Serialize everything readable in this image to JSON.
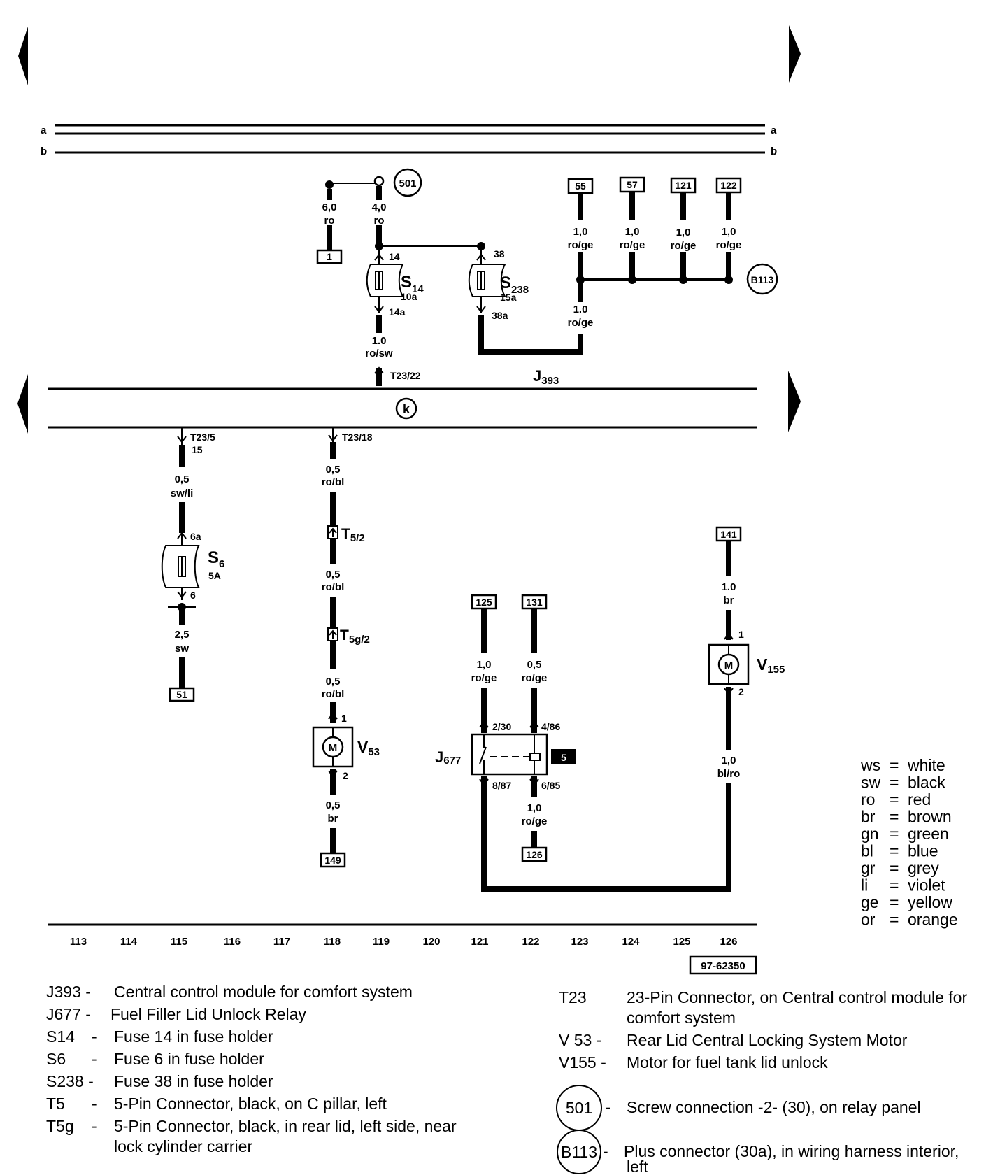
{
  "diagram": {
    "bus_labels": {
      "a": "a",
      "b": "b"
    },
    "relay_panel_circle": "501",
    "plus_connector_circle": "B113",
    "control_module_circle": "k",
    "wire_labels": {
      "w_1_size": "6,0",
      "w_1_color": "ro",
      "w_501_size": "4,0",
      "w_501_color": "ro",
      "w_55_size": "1,0",
      "w_55_color": "ro/ge",
      "w_57_size": "1,0",
      "w_57_color": "ro/ge",
      "w_121_size": "1,0",
      "w_121_color": "ro/ge",
      "w_122_size": "1,0",
      "w_122_color": "ro/ge",
      "w_b113_size": "1.0",
      "w_b113_color": "ro/ge",
      "w_s14_size": "1.0",
      "w_s14_color": "ro/sw",
      "w_s6in_size": "0,5",
      "w_s6in_color": "sw/li",
      "w_51_size": "2,5",
      "w_51_color": "sw",
      "w_v53a_size": "0,5",
      "w_v53a_color": "ro/bl",
      "w_v53b_size": "0,5",
      "w_v53b_color": "ro/bl",
      "w_v53c_size": "0,5",
      "w_v53c_color": "ro/bl",
      "w_149_size": "0,5",
      "w_149_color": "br",
      "w_125_size": "1,0",
      "w_125_color": "ro/ge",
      "w_131_size": "0,5",
      "w_131_color": "ro/ge",
      "w_126_size": "1,0",
      "w_126_color": "ro/ge",
      "w_141_size": "1.0",
      "w_141_color": "br",
      "w_v155_size": "1,0",
      "w_v155_color": "bl/ro"
    },
    "terminal_boxes": {
      "t1": "1",
      "t55": "55",
      "t57": "57",
      "t121": "121",
      "t122": "122",
      "t51": "51",
      "t149": "149",
      "t125": "125",
      "t131": "131",
      "t126": "126",
      "t141": "141",
      "relay_box": "5"
    },
    "pins": {
      "s14_in": "14",
      "s14_out": "14a",
      "s238_in": "38",
      "s238_out": "38a",
      "t23_22": "T23/22",
      "t23_5": "T23/5",
      "t23_5_b": "15",
      "t23_18": "T23/18",
      "s6_in": "6a",
      "s6_out": "6",
      "v53_1": "1",
      "v53_2": "2",
      "v155_1": "1",
      "v155_2": "2",
      "j677_230": "2/30",
      "j677_486": "4/86",
      "j677_887": "8/87",
      "j677_685": "6/85"
    },
    "components": {
      "s14_main": "S",
      "s14_sub": "14",
      "s14_rating": "10a",
      "s238_main": "S",
      "s238_sub": "238",
      "s238_rating": "15a",
      "j393_main": "J",
      "j393_sub": "393",
      "s6_main": "S",
      "s6_sub": "6",
      "s6_rating": "5A",
      "t52_main": "T",
      "t52_sub": "5/2",
      "t5g2_main": "T",
      "t5g2_sub": "5g/2",
      "v53_main": "V",
      "v53_sub": "53",
      "j677_main": "J",
      "j677_sub": "677",
      "v155_main": "V",
      "v155_sub": "155",
      "motor_symbol": "M"
    },
    "grid": [
      "113",
      "114",
      "115",
      "116",
      "117",
      "118",
      "119",
      "120",
      "121",
      "122",
      "123",
      "124",
      "125",
      "126"
    ],
    "figure_id": "97-62350"
  },
  "color_legend": [
    {
      "code": "ws",
      "name": "white"
    },
    {
      "code": "sw",
      "name": "black"
    },
    {
      "code": "ro",
      "name": "red"
    },
    {
      "code": "br",
      "name": "brown"
    },
    {
      "code": "gn",
      "name": "green"
    },
    {
      "code": "bl",
      "name": "blue"
    },
    {
      "code": "gr",
      "name": "grey"
    },
    {
      "code": "li",
      "name": "violet"
    },
    {
      "code": "ge",
      "name": "yellow"
    },
    {
      "code": "or",
      "name": "orange"
    }
  ],
  "legend_left": [
    {
      "code": "J393 -",
      "text": "Central control module for comfort system"
    },
    {
      "code": "J677 -",
      "text": "Fuel Filler Lid Unlock Relay"
    },
    {
      "code": "S14",
      "dash": "-",
      "text": "Fuse 14 in fuse holder"
    },
    {
      "code": "S6",
      "dash": "-",
      "text": "Fuse 6 in fuse holder"
    },
    {
      "code": "S238 -",
      "text": "Fuse 38 in fuse holder"
    },
    {
      "code": "T5",
      "dash": "-",
      "text": "5-Pin Connector, black, on C pillar, left"
    },
    {
      "code": "T5g",
      "dash": "-",
      "text": "5-Pin Connector, black, in rear lid, left side, near",
      "text2": "lock cylinder carrier"
    }
  ],
  "legend_right": [
    {
      "code": "T23",
      "text": "23-Pin Connector, on Central control module for",
      "text2": "comfort system"
    },
    {
      "code": "V 53 -",
      "text": "Rear Lid Central Locking System Motor"
    },
    {
      "code": "V155 -",
      "text": "Motor for fuel tank lid unlock"
    }
  ],
  "legend_circles": [
    {
      "code": "501",
      "dash": "-",
      "text": "Screw connection -2- (30), on relay panel"
    },
    {
      "code": "B113",
      "dash": "-",
      "text": "Plus connector (30a), in wiring harness interior,",
      "text2": "left"
    }
  ]
}
